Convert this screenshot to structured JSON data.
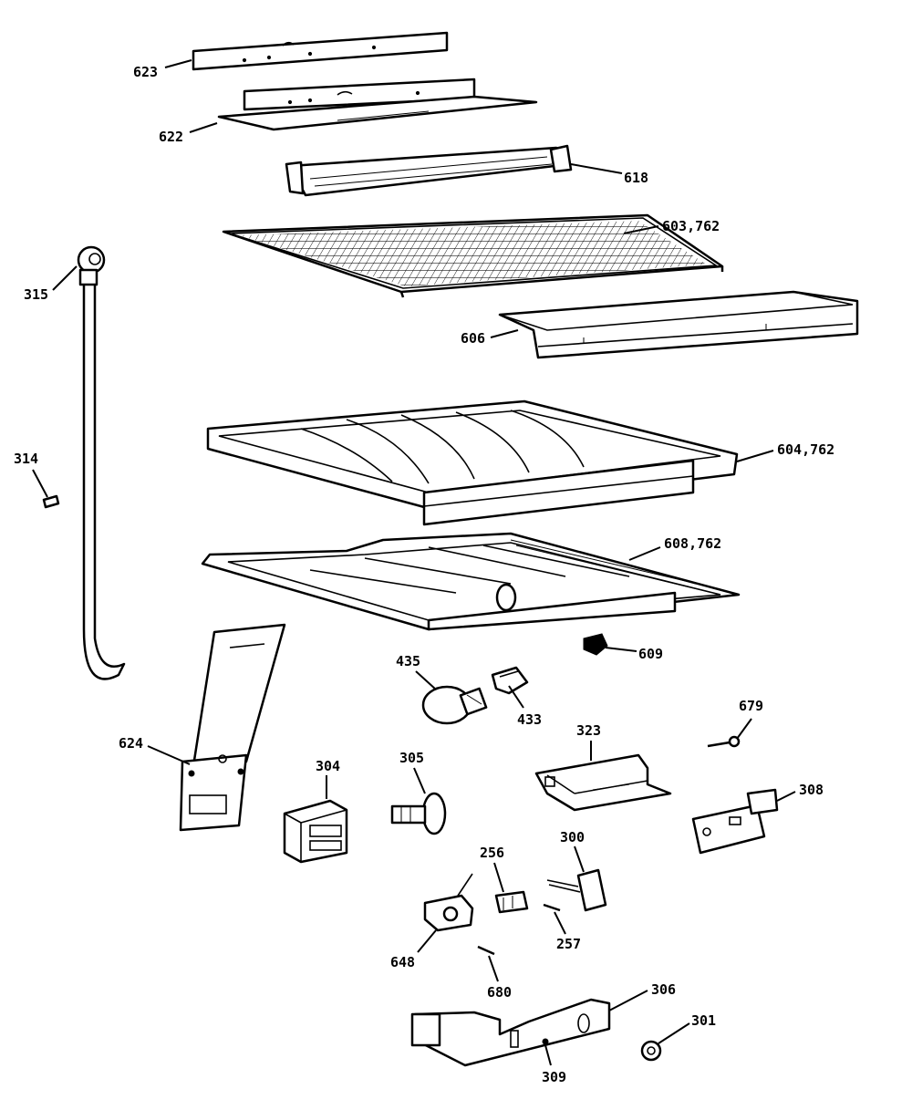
{
  "callouts": [
    {
      "id": "623",
      "label": "623"
    },
    {
      "id": "622",
      "label": "622"
    },
    {
      "id": "618",
      "label": "618"
    },
    {
      "id": "603-762",
      "label": "603,762"
    },
    {
      "id": "315",
      "label": "315"
    },
    {
      "id": "606",
      "label": "606"
    },
    {
      "id": "314",
      "label": "314"
    },
    {
      "id": "604-762",
      "label": "604,762"
    },
    {
      "id": "608-762",
      "label": "608,762"
    },
    {
      "id": "609",
      "label": "609"
    },
    {
      "id": "435",
      "label": "435"
    },
    {
      "id": "433",
      "label": "433"
    },
    {
      "id": "679",
      "label": "679"
    },
    {
      "id": "323",
      "label": "323"
    },
    {
      "id": "624",
      "label": "624"
    },
    {
      "id": "304",
      "label": "304"
    },
    {
      "id": "305",
      "label": "305"
    },
    {
      "id": "308",
      "label": "308"
    },
    {
      "id": "300",
      "label": "300"
    },
    {
      "id": "256",
      "label": "256"
    },
    {
      "id": "257",
      "label": "257"
    },
    {
      "id": "648",
      "label": "648"
    },
    {
      "id": "680",
      "label": "680"
    },
    {
      "id": "306",
      "label": "306"
    },
    {
      "id": "301",
      "label": "301"
    },
    {
      "id": "309",
      "label": "309"
    }
  ]
}
